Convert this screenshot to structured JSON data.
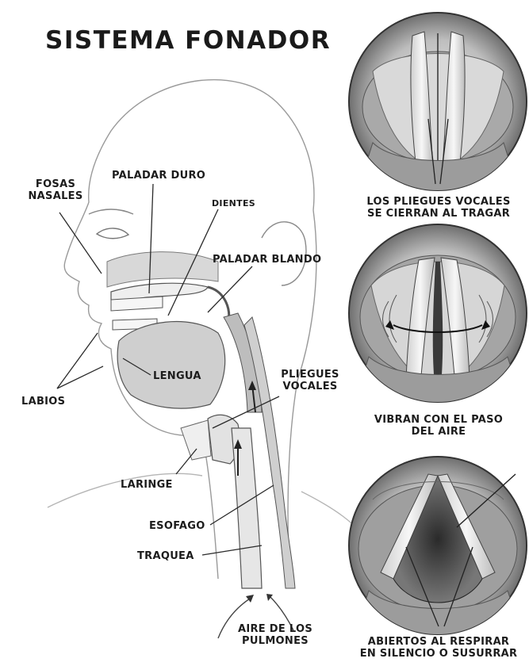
{
  "title": "SISTEMA FONADOR",
  "labels": {
    "fosas_nasales": "FOSAS\nNASALES",
    "paladar_duro": "PALADAR DURO",
    "dientes": "DIENTES",
    "paladar_blando": "PALADAR BLANDO",
    "lengua": "LENGUA",
    "labios": "LABIOS",
    "pliegues_vocales": "PLIEGUES\nVOCALES",
    "laringe": "LARINGE",
    "esofago": "ESOFAGO",
    "traquea": "TRAQUEA",
    "aire_pulmones": "AIRE DE LOS\nPULMONES"
  },
  "panels": [
    {
      "caption": "LOS PLIEGUES VOCALES\nSE CIERRAN AL TRAGAR",
      "state": "closed"
    },
    {
      "caption": "VIBRAN CON EL PASO\nDEL AIRE",
      "state": "vibrating"
    },
    {
      "caption": "ABIERTOS AL RESPIRAR\nEN SILENCIO O SUSURRAR",
      "state": "open"
    }
  ],
  "colors": {
    "ink": "#1c1c1c",
    "sketch": "#8a8a8a",
    "shade": "#c9c9c9",
    "light": "#e9e9e9",
    "circle_bg": "#d4d4d4"
  }
}
